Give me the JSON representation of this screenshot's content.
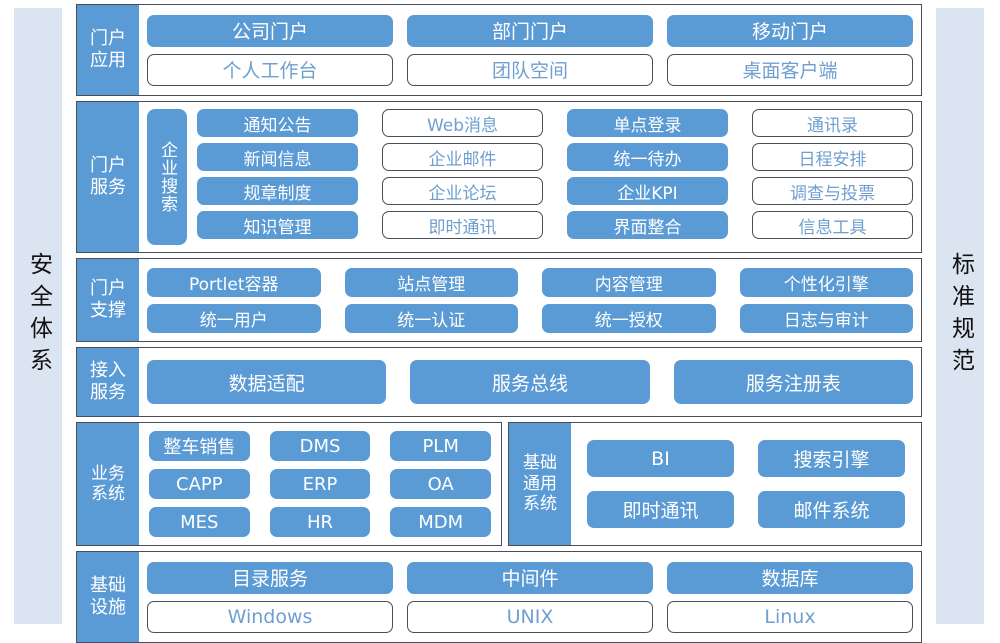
{
  "rails": {
    "left": {
      "label": "安全体系",
      "name": "security-system-rail"
    },
    "right": {
      "label": "标准规范",
      "name": "standards-specification-rail"
    }
  },
  "colors": {
    "solid_fill": "#5b9bd5",
    "outline_text": "#6f9fd0",
    "rail_bg": "#dbe5f1",
    "border": "#4a4f55",
    "white": "#ffffff"
  },
  "layers": [
    {
      "id": "portal-application",
      "label": "门户应用",
      "rows": [
        [
          {
            "label": "公司门户",
            "style": "solid"
          },
          {
            "label": "部门门户",
            "style": "solid"
          },
          {
            "label": "移动门户",
            "style": "solid"
          }
        ],
        [
          {
            "label": "个人工作台",
            "style": "outline"
          },
          {
            "label": "团队空间",
            "style": "outline"
          },
          {
            "label": "桌面客户端",
            "style": "outline"
          }
        ]
      ]
    },
    {
      "id": "portal-service",
      "label": "门户服务",
      "vertical_tag": "企业搜索",
      "items": [
        {
          "label": "通知公告",
          "style": "solid"
        },
        {
          "label": "Web消息",
          "style": "outline"
        },
        {
          "label": "单点登录",
          "style": "solid"
        },
        {
          "label": "通讯录",
          "style": "outline"
        },
        {
          "label": "新闻信息",
          "style": "solid"
        },
        {
          "label": "企业邮件",
          "style": "outline"
        },
        {
          "label": "统一待办",
          "style": "solid"
        },
        {
          "label": "日程安排",
          "style": "outline"
        },
        {
          "label": "规章制度",
          "style": "solid"
        },
        {
          "label": "企业论坛",
          "style": "outline"
        },
        {
          "label": "企业KPI",
          "style": "solid"
        },
        {
          "label": "调查与投票",
          "style": "outline"
        },
        {
          "label": "知识管理",
          "style": "solid"
        },
        {
          "label": "即时通讯",
          "style": "outline"
        },
        {
          "label": "界面整合",
          "style": "solid"
        },
        {
          "label": "信息工具",
          "style": "outline"
        }
      ]
    },
    {
      "id": "portal-support",
      "label": "门户支撑",
      "items": [
        {
          "label": "Portlet容器",
          "style": "solid"
        },
        {
          "label": "站点管理",
          "style": "solid"
        },
        {
          "label": "内容管理",
          "style": "solid"
        },
        {
          "label": "个性化引擎",
          "style": "solid"
        },
        {
          "label": "统一用户",
          "style": "solid"
        },
        {
          "label": "统一认证",
          "style": "solid"
        },
        {
          "label": "统一授权",
          "style": "solid"
        },
        {
          "label": "日志与审计",
          "style": "solid"
        }
      ]
    },
    {
      "id": "access-service",
      "label": "接入服务",
      "items": [
        {
          "label": "数据适配",
          "style": "solid"
        },
        {
          "label": "服务总线",
          "style": "solid"
        },
        {
          "label": "服务注册表",
          "style": "solid"
        }
      ]
    },
    {
      "id": "business-system",
      "label": "业务系统",
      "items": [
        {
          "label": "整车销售",
          "style": "solid"
        },
        {
          "label": "DMS",
          "style": "solid"
        },
        {
          "label": "PLM",
          "style": "solid"
        },
        {
          "label": "CAPP",
          "style": "solid"
        },
        {
          "label": "ERP",
          "style": "solid"
        },
        {
          "label": "OA",
          "style": "solid"
        },
        {
          "label": "MES",
          "style": "solid"
        },
        {
          "label": "HR",
          "style": "solid"
        },
        {
          "label": "MDM",
          "style": "solid"
        }
      ],
      "generic": {
        "id": "generic-common-system",
        "label": "基础通用系统",
        "items": [
          {
            "label": "BI",
            "style": "solid"
          },
          {
            "label": "搜索引擎",
            "style": "solid"
          },
          {
            "label": "即时通讯",
            "style": "solid"
          },
          {
            "label": "邮件系统",
            "style": "solid"
          }
        ]
      }
    },
    {
      "id": "infrastructure",
      "label": "基础设施",
      "rows": [
        [
          {
            "label": "目录服务",
            "style": "solid"
          },
          {
            "label": "中间件",
            "style": "solid"
          },
          {
            "label": "数据库",
            "style": "solid"
          }
        ],
        [
          {
            "label": "Windows",
            "style": "outline"
          },
          {
            "label": "UNIX",
            "style": "outline"
          },
          {
            "label": "Linux",
            "style": "outline"
          }
        ]
      ]
    }
  ]
}
